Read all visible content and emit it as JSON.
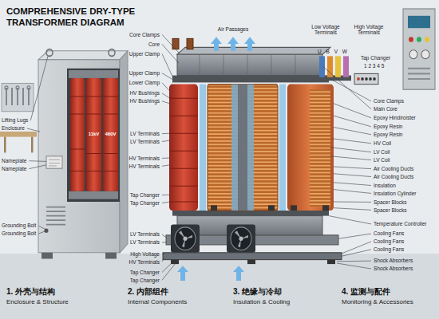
{
  "diagram": {
    "title": "COMPREHENSIVE DRY-TYPE TRANSFORMER DIAGRAM",
    "labels": [
      "Lifting Lugs",
      "Enclosure",
      "Nameplate",
      "Nameplate",
      "Grounding Bolt",
      "Grounding Bolt",
      "11kV",
      "480V",
      "Core Clamps",
      "Core",
      "Upper Clamp",
      "Upper Clamp",
      "Lower Clamp",
      "HV Bushings",
      "HV Bushings",
      "LV Terminals",
      "LV Terminals",
      "HV Terminals",
      "HV Terminals",
      "Tap Changer",
      "Tap Changer",
      "LV Terminals",
      "LV Terminals",
      "High Voltage",
      "HV Terminals",
      "Tap Changer",
      "Tap Changer",
      "Air Passages",
      "Low Voltage Terminals",
      "U B V W",
      "High Voltage Terminals",
      "Tap Changer",
      "1 2 3 4 5",
      "Core Clamps",
      "Main Core",
      "Epoxy Hindiroister",
      "Epoxy Resin",
      "Epoxy Resin",
      "HV Coil",
      "LV Coil",
      "LV Coil",
      "Air Cooling Ducts",
      "Air Cooling Ducts",
      "Insulation",
      "Insulation Cylinder",
      "Spacer Blocks",
      "Spacer Blocks",
      "Temperature Controller",
      "Cooling Fans",
      "Cooling Fans",
      "Cooling Fans",
      "Shock Absorbers",
      "Shock Absorbers",
      "1. 外壳与结构",
      "Enclosure & Structure",
      "2. 内部组件",
      "Internal Components",
      "3. 绝缘与冷却",
      "Insulation & Cooling",
      "4. 监测与配件",
      "Monitoring & Accessories"
    ]
  }
}
